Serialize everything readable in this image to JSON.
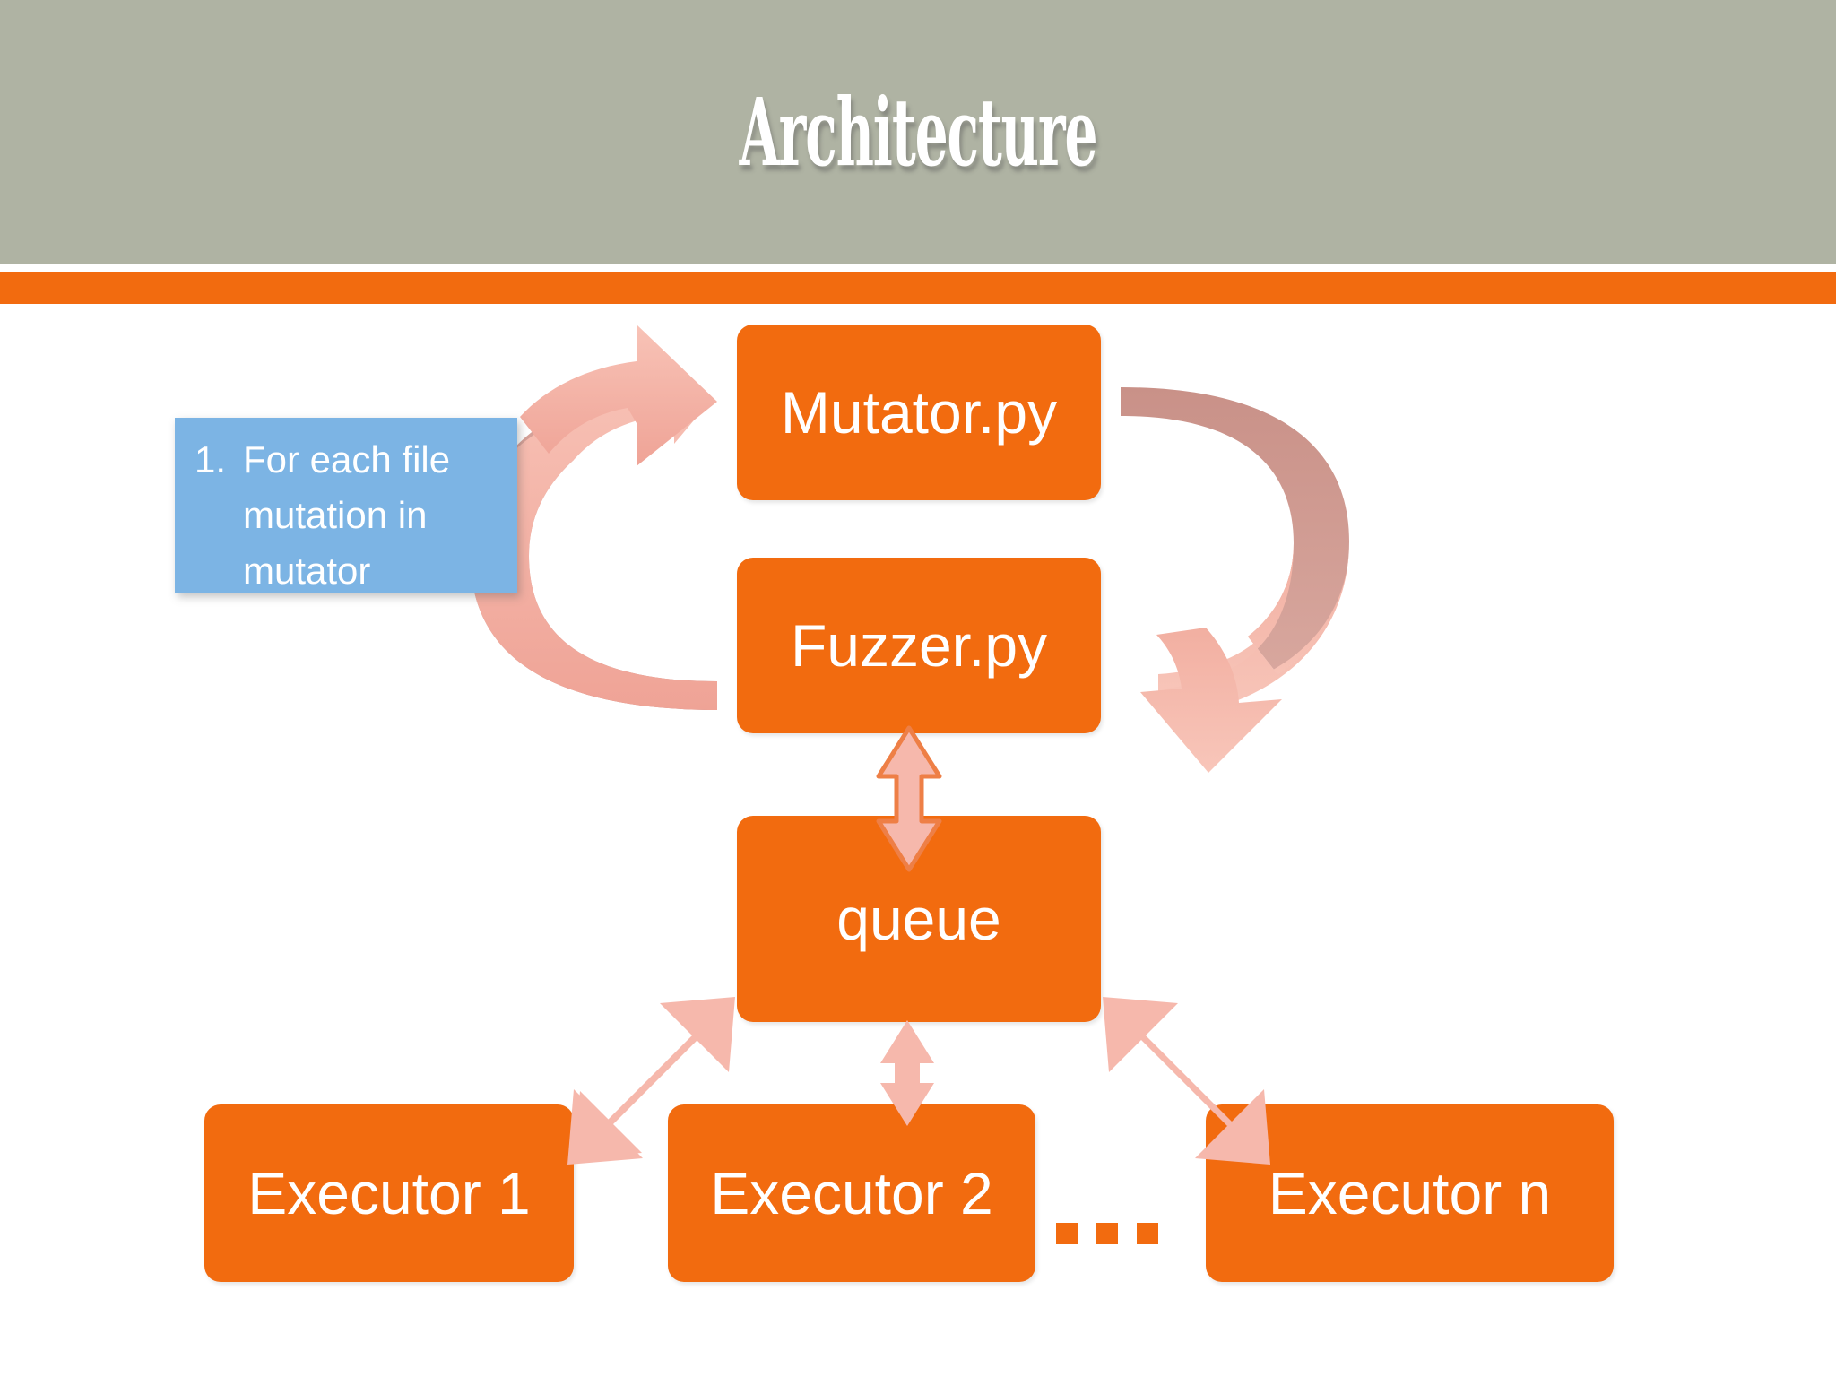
{
  "slide": {
    "title": "Architecture",
    "background_color": "#FFFFFF",
    "header_band_color": "#AFB3A3",
    "accent_bar_color": "#F26B0F"
  },
  "palette": {
    "node_orange": "#F26B0F",
    "callout_blue": "#7CB4E4",
    "arrow_salmon": "#F6B8AC",
    "arrow_mauve": "#C99188",
    "text_white": "#FFFFFF"
  },
  "callout": {
    "number": "1.",
    "text": "For each file mutation in mutator"
  },
  "nodes": {
    "mutator": "Mutator.py",
    "fuzzer": "Fuzzer.py",
    "queue": "queue",
    "executor1": "Executor 1",
    "executor2": "Executor 2",
    "executorn": "Executor n",
    "ellipsis": "..."
  },
  "diagram": {
    "type": "architecture-flow",
    "connections": [
      {
        "from": "fuzzer",
        "to": "mutator",
        "style": "curved-arc-left",
        "direction": "one-way",
        "color": "#C99188"
      },
      {
        "from": "mutator",
        "to": "fuzzer",
        "style": "curved-arc-right",
        "direction": "one-way",
        "color": "#C99188"
      },
      {
        "from": "fuzzer",
        "to": "queue",
        "style": "straight-vertical",
        "direction": "two-way",
        "color": "#F6B8AC",
        "outlined": true
      },
      {
        "from": "queue",
        "to": "executor1",
        "style": "diagonal",
        "direction": "two-way",
        "color": "#F6B8AC"
      },
      {
        "from": "queue",
        "to": "executor2",
        "style": "straight-vertical",
        "direction": "two-way",
        "color": "#F6B8AC"
      },
      {
        "from": "queue",
        "to": "executorn",
        "style": "diagonal",
        "direction": "two-way",
        "color": "#F6B8AC"
      }
    ]
  }
}
